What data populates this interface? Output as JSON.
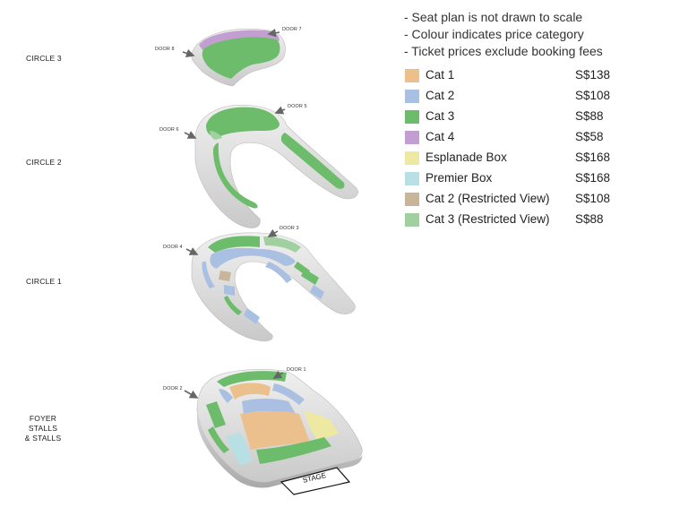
{
  "notes": [
    "- Seat plan is not drawn to scale",
    "- Colour indicates price category",
    "- Ticket prices exclude booking fees"
  ],
  "legend": [
    {
      "label": "Cat 1",
      "price": "S$138",
      "color": "#ecc08c"
    },
    {
      "label": "Cat 2",
      "price": "S$108",
      "color": "#a9c0e2"
    },
    {
      "label": "Cat 3",
      "price": "S$88",
      "color": "#6cbc6c"
    },
    {
      "label": "Cat 4",
      "price": "S$58",
      "color": "#c29fd0"
    },
    {
      "label": "Esplanade Box",
      "price": "S$168",
      "color": "#eee9a2"
    },
    {
      "label": "Premier Box",
      "price": "S$168",
      "color": "#b7dfe4"
    },
    {
      "label": "Cat 2 (Restricted View)",
      "price": "S$108",
      "color": "#c8b59a"
    },
    {
      "label": "Cat 3 (Restricted View)",
      "price": "S$88",
      "color": "#a0cfa0"
    }
  ],
  "levels": {
    "circle3": "CIRCLE 3",
    "circle2": "CIRCLE 2",
    "circle1": "CIRCLE 1",
    "stalls_line1": "FOYER STALLS",
    "stalls_line2": "& STALLS"
  },
  "doors": {
    "d1": "DOOR 1",
    "d2": "DOOR 2",
    "d3": "DOOR 3",
    "d4": "DOOR 4",
    "d5": "DOOR 5",
    "d6": "DOOR 6",
    "d7": "DOOR 7",
    "d8": "DOOR 8"
  },
  "stage": "STAGE"
}
